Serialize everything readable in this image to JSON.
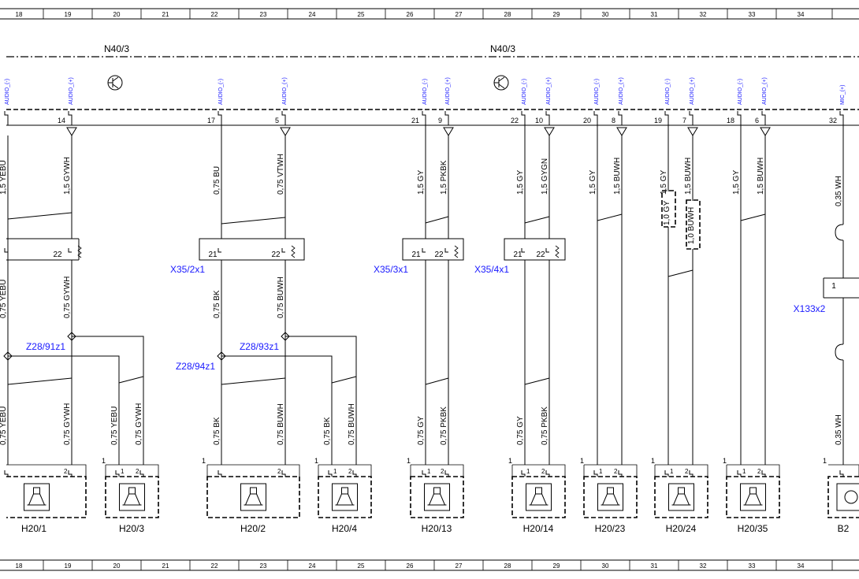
{
  "grid_columns": [
    "18",
    "19",
    "20",
    "21",
    "22",
    "23",
    "24",
    "25",
    "26",
    "27",
    "28",
    "29",
    "30",
    "31",
    "32",
    "33",
    "34"
  ],
  "modules": [
    {
      "label": "N40/3"
    },
    {
      "label": "N40/3"
    }
  ],
  "pins": [
    {
      "signal": "AUDIO_(-)",
      "num": ""
    },
    {
      "signal": "AUDIO_(+)",
      "num": "14"
    },
    {
      "signal": "AUDIO_(-)",
      "num": "17"
    },
    {
      "signal": "AUDIO_(+)",
      "num": "5"
    },
    {
      "signal": "AUDIO_(-)",
      "num": "21"
    },
    {
      "signal": "AUDIO_(+)",
      "num": "9"
    },
    {
      "signal": "AUDIO_(-)",
      "num": "22"
    },
    {
      "signal": "AUDIO_(+)",
      "num": "10"
    },
    {
      "signal": "AUDIO_(-)",
      "num": "20"
    },
    {
      "signal": "AUDIO_(+)",
      "num": "8"
    },
    {
      "signal": "AUDIO_(-)",
      "num": "19"
    },
    {
      "signal": "AUDIO_(+)",
      "num": "7"
    },
    {
      "signal": "AUDIO_(-)",
      "num": "18"
    },
    {
      "signal": "AUDIO_(+)",
      "num": "6"
    },
    {
      "signal": "MIC_(+)",
      "num": "32"
    }
  ],
  "upper_wires": [
    "1,5 YEBU",
    "1,5 GYWH",
    "0,75 BU",
    "0,75 VTWH",
    "1,5 GY",
    "1,5 PKBK",
    "1,5 GY",
    "1,5 GYGN",
    "1,5 GY",
    "1,5 BUWH",
    "1,5 GY",
    "1,5 BUWH",
    "1,5 GY",
    "1,5 BUWH",
    "0,35 WH"
  ],
  "mid_wires": [
    "0,75 YEBU",
    "0,75 GYWH",
    "0,75 BK",
    "0,75 BUWH"
  ],
  "lower_wires": [
    "0,75 YEBU",
    "0,75 GYWH",
    "0,75 YEBU",
    "0,75 GYWH",
    "0,75 BK",
    "0,75 BUWH",
    "0,75 BK",
    "0,75 BUWH",
    "0,75 GY",
    "0,75 PKBK",
    "0,75 GY",
    "0,75 PKBK",
    "0,35 WH"
  ],
  "alt_wires": [
    "1,0 GY",
    "1,0 BUWH"
  ],
  "connectors": [
    {
      "label": "X35/2x1",
      "pin_a": "21",
      "pin_b": "22"
    },
    {
      "label": "X35/3x1",
      "pin_a": "21",
      "pin_b": "22"
    },
    {
      "label": "X35/4x1",
      "pin_a": "21",
      "pin_b": "22"
    },
    {
      "label": "X133x2",
      "pin_a": "1",
      "pin_b": ""
    }
  ],
  "left_pin": "22",
  "splices": [
    "Z28/91z1",
    "Z28/93z1",
    "Z28/94z1"
  ],
  "speakers": [
    {
      "label": "H20/1"
    },
    {
      "label": "H20/3"
    },
    {
      "label": "H20/2"
    },
    {
      "label": "H20/4"
    },
    {
      "label": "H20/13"
    },
    {
      "label": "H20/14"
    },
    {
      "label": "H20/23"
    },
    {
      "label": "H20/24"
    },
    {
      "label": "H20/35"
    },
    {
      "label": "B2"
    }
  ],
  "pin_one": "1",
  "pin_two": "2"
}
